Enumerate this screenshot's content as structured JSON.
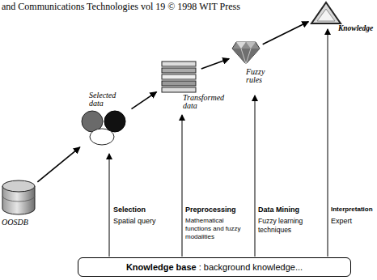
{
  "diagram": {
    "nodes": [
      {
        "text": [
          "OOSDB"
        ]
      },
      {
        "text": [
          "Selected data"
        ]
      },
      {
        "text": [
          "Transformed data"
        ]
      },
      {
        "text": [
          "Fuzzy rules"
        ]
      },
      {
        "text": [
          "Knowledge"
        ]
      },
      {
        "text": [
          "Knowledge base",
          ": background knowledge..."
        ]
      }
    ],
    "edges": [
      {
        "from": 0,
        "to": 1,
        "arrow": "to"
      },
      {
        "from": 1,
        "to": 2,
        "arrow": "to"
      },
      {
        "from": 2,
        "to": 3,
        "arrow": "to"
      },
      {
        "from": 3,
        "to": 4,
        "arrow": "to"
      }
    ],
    "labels": [
      "and Communications Technologies vol 19 © 1998 WIT Press",
      "Selection",
      "Spatial query",
      "Preprocessing",
      "Mathematical functions and fuzzy modalities",
      "Data Mining",
      "Fuzzy learning techniques",
      "Interpretation",
      "Expert"
    ]
  }
}
